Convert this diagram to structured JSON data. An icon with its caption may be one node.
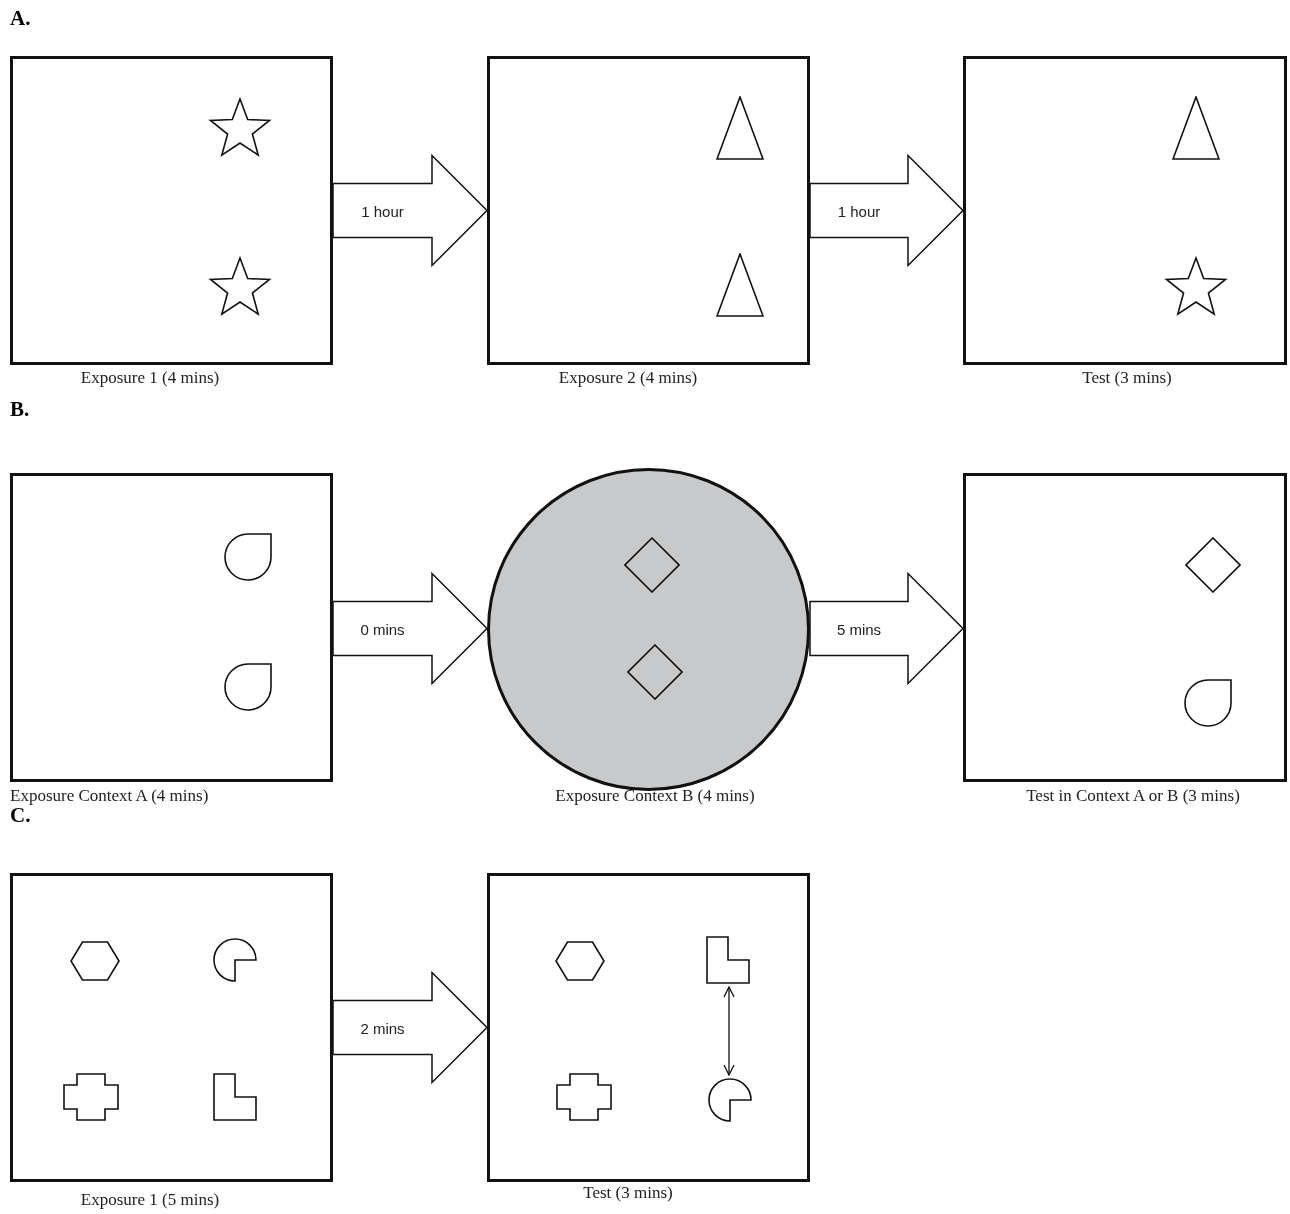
{
  "diagram": {
    "nodes": [
      {
        "text": [],
        "shape": "box",
        "beside": [
          "Exposure 1 (4 mins)"
        ]
      },
      {
        "text": [],
        "shape": "star",
        "in": 0
      },
      {
        "text": [],
        "shape": "star",
        "in": 0
      },
      {
        "text": [],
        "shape": "box",
        "beside": [
          "Exposure 2 (4 mins)"
        ]
      },
      {
        "text": [],
        "shape": "triangle",
        "in": 3
      },
      {
        "text": [],
        "shape": "triangle",
        "in": 3
      },
      {
        "text": [],
        "shape": "box",
        "beside": [
          "Test (3 mins)"
        ]
      },
      {
        "text": [],
        "shape": "triangle",
        "in": 6
      },
      {
        "text": [],
        "shape": "star",
        "in": 6
      },
      {
        "text": [],
        "shape": "box",
        "beside": [
          "Exposure Context A (4 mins)"
        ]
      },
      {
        "text": [],
        "shape": "drop",
        "in": 9
      },
      {
        "text": [],
        "shape": "drop",
        "in": 9
      },
      {
        "text": [],
        "shape": "circle",
        "beside": [
          "Exposure Context B (4 mins)"
        ]
      },
      {
        "text": [],
        "shape": "diamond",
        "in": 12
      },
      {
        "text": [],
        "shape": "diamond",
        "in": 12
      },
      {
        "text": [],
        "shape": "box",
        "beside": [
          "Test in Context A or B (3 mins)"
        ]
      },
      {
        "text": [],
        "shape": "diamond",
        "in": 15
      },
      {
        "text": [],
        "shape": "drop",
        "in": 15
      },
      {
        "text": [],
        "shape": "box",
        "beside": [
          "Exposure 1 (5 mins)"
        ]
      },
      {
        "text": [],
        "shape": "hexagon",
        "in": 18
      },
      {
        "text": [],
        "shape": "pie",
        "in": 18
      },
      {
        "text": [],
        "shape": "cross",
        "in": 18
      },
      {
        "text": [],
        "shape": "lshape",
        "in": 18
      },
      {
        "text": [],
        "shape": "box",
        "beside": [
          "Test (3 mins)"
        ]
      },
      {
        "text": [],
        "shape": "hexagon",
        "in": 23
      },
      {
        "text": [],
        "shape": "lshape",
        "in": 23
      },
      {
        "text": [],
        "shape": "cross",
        "in": 23
      },
      {
        "text": [],
        "shape": "pie",
        "in": 23
      }
    ],
    "edges": [
      {
        "from": 0,
        "to": 3,
        "arrow": "to",
        "label": "1 hour"
      },
      {
        "from": 3,
        "to": 6,
        "arrow": "to",
        "label": "1 hour"
      },
      {
        "from": 9,
        "to": 12,
        "arrow": "to",
        "label": "0 mins"
      },
      {
        "from": 12,
        "to": 15,
        "arrow": "to",
        "label": "5 mins"
      },
      {
        "from": 18,
        "to": 23,
        "arrow": "to",
        "label": "2 mins"
      },
      {
        "from": 25,
        "to": 27,
        "arrow": "both"
      }
    ],
    "labels": [
      "A.",
      "B.",
      "C."
    ]
  }
}
